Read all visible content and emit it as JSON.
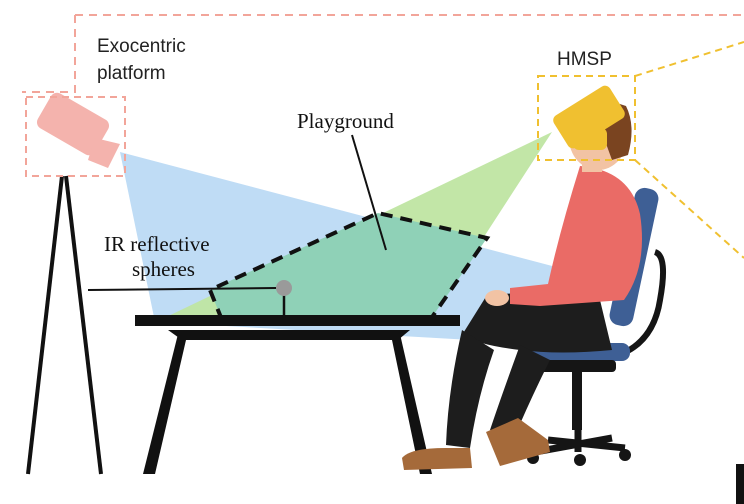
{
  "labels": {
    "exocentric_line1": "Exocentric",
    "exocentric_line2": "platform",
    "hmsp": "HMSP",
    "playground": "Playground",
    "ir_line1": "IR reflective",
    "ir_line2": "spheres"
  },
  "colors": {
    "exocentric_box": "#f2a59a",
    "hmsp_box": "#f0c030",
    "camera": "#f4b3ad",
    "camera_fov": "#bfdcf5",
    "hmsp_fov": "#bfe5a2",
    "playground_fill": "#8fd1b7",
    "table": "#111111",
    "sphere": "#9a9a9a",
    "shirt": "#ea6b66",
    "pants": "#1d1d1d",
    "skin": "#f2c3a4",
    "hair": "#7a4420",
    "shoes": "#a56a3a",
    "chair_seat": "#3e5f95",
    "chair_frame": "#151515"
  },
  "icons": {
    "camera": "camera-icon",
    "headset": "headset-icon"
  }
}
